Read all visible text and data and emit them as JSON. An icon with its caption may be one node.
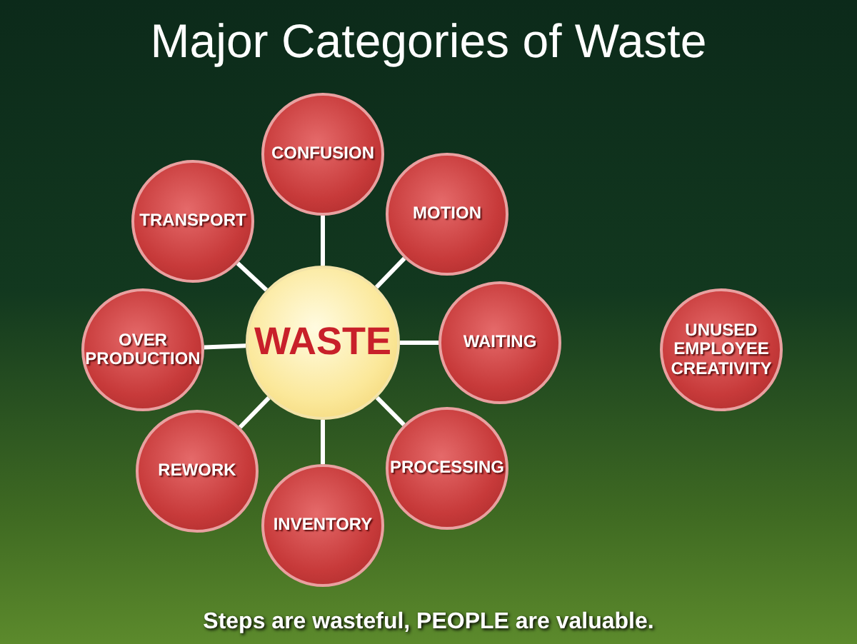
{
  "diagram": {
    "title": "Major Categories of Waste",
    "caption": "Steps are wasteful, PEOPLE are valuable.",
    "nodes": [
      {
        "text": [
          "WASTE"
        ]
      },
      {
        "text": [
          "CONFUSION"
        ]
      },
      {
        "text": [
          "MOTION"
        ]
      },
      {
        "text": [
          "WAITING"
        ]
      },
      {
        "text": [
          "PROCESSING"
        ]
      },
      {
        "text": [
          "INVENTORY"
        ]
      },
      {
        "text": [
          "REWORK"
        ]
      },
      {
        "text": [
          "OVER PRODUCTION"
        ]
      },
      {
        "text": [
          "TRANSPORT"
        ]
      },
      {
        "text": [
          "UNUSED EMPLOYEE CREATIVITY"
        ]
      }
    ],
    "edges": [
      {
        "from": 0,
        "to": 1,
        "arrow": "none"
      },
      {
        "from": 0,
        "to": 2,
        "arrow": "none"
      },
      {
        "from": 0,
        "to": 3,
        "arrow": "none"
      },
      {
        "from": 0,
        "to": 4,
        "arrow": "none"
      },
      {
        "from": 0,
        "to": 5,
        "arrow": "none"
      },
      {
        "from": 0,
        "to": 6,
        "arrow": "none"
      },
      {
        "from": 0,
        "to": 7,
        "arrow": "none"
      },
      {
        "from": 0,
        "to": 8,
        "arrow": "none"
      }
    ]
  }
}
